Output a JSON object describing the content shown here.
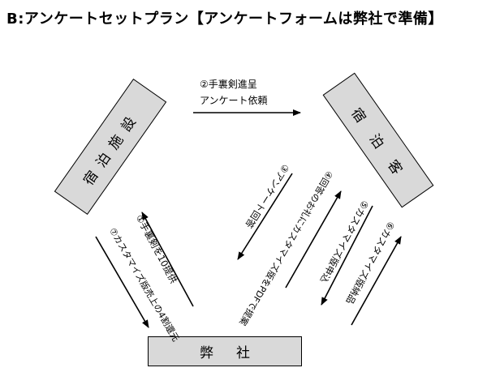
{
  "title": "B:アンケートセットプラン【アンケートフォームは弊社で準備】",
  "nodes": {
    "shukuhaku": "宿泊施設",
    "kyaku": "宿泊客",
    "heisha": "弊社"
  },
  "labels": {
    "step2_line1": "②手裏剣進呈",
    "step2_line2": "アンケート依頼",
    "step1": "①手裏剣を10提供",
    "step7": "⑦カスタマイズ版売上の4割還元",
    "step3": "③アンケート回答",
    "step4": "④回答のお礼にカスタマイズ版をPDFで提案",
    "step5": "⑤カスタマイズ版申込",
    "step6": "⑥カスタマイズ版納品"
  }
}
